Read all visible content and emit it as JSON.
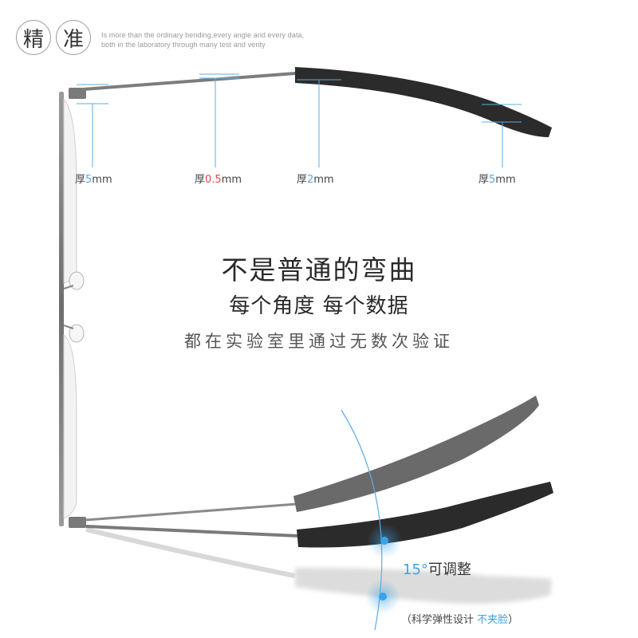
{
  "header": {
    "char1": "精",
    "char2": "准",
    "line1": "Is more than the ordinary bending,every angle and  every data,",
    "line2": "both in the laboratory through many test and verity"
  },
  "thickness": [
    {
      "label": "厚",
      "value": "5",
      "unit": "mm"
    },
    {
      "label": "厚",
      "value": "0.5",
      "unit": "mm"
    },
    {
      "label": "厚",
      "value": "2",
      "unit": "mm"
    },
    {
      "label": "厚",
      "value": "5",
      "unit": "mm"
    }
  ],
  "headline": {
    "line1": "不是普通的弯曲",
    "line2": "每个角度 每个数据",
    "line3": "都在实验室里通过无数次验证"
  },
  "angle": {
    "value": "15°",
    "text": "可调整"
  },
  "note": {
    "open": "（",
    "text": "科学弹性设计 ",
    "highlight": "不夹脸",
    "close": "）"
  },
  "colors": {
    "accent": "#3ba2e8",
    "highlight_red": "#e04848",
    "rubber_tip": "#2b2b2b",
    "metal_frame": "#7a7a7a"
  }
}
